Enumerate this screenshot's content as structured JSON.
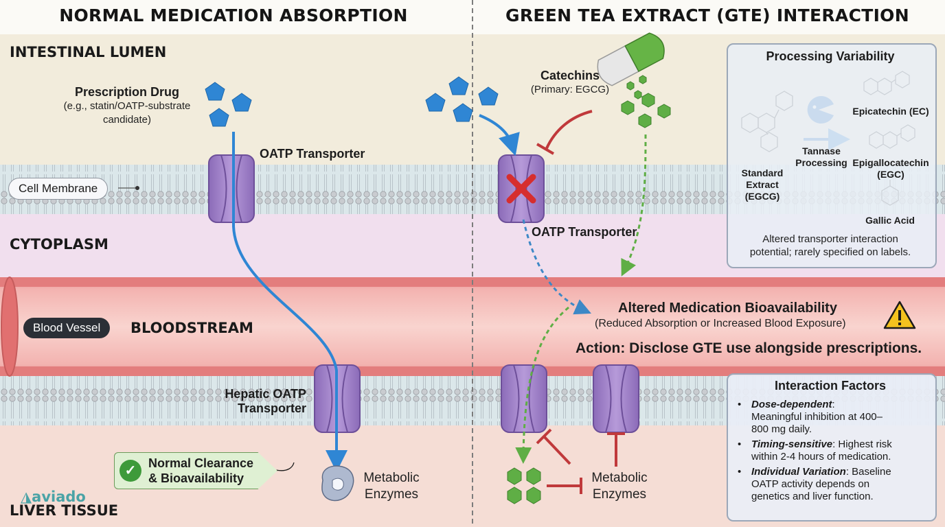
{
  "titles": {
    "left": "NORMAL MEDICATION ABSORPTION",
    "right": "GREEN TEA EXTRACT (GTE) INTERACTION"
  },
  "zones": {
    "lumen": "INTESTINAL LUMEN",
    "cytoplasm": "CYTOPLASM",
    "bloodstream": "BLOODSTREAM",
    "liver": "LIVER TISSUE"
  },
  "left": {
    "drug_title": "Prescription Drug",
    "drug_sub1": "(e.g., statin/OATP-substrate",
    "drug_sub2": "candidate)",
    "oatp": "OATP Transporter",
    "cell_membrane": "Cell Membrane",
    "blood_vessel": "Blood Vessel",
    "hepatic_oatp_1": "Hepatic OATP",
    "hepatic_oatp_2": "Transporter",
    "clearance_1": "Normal Clearance",
    "clearance_2": "& Bioavailability",
    "enzymes_1": "Metabolic",
    "enzymes_2": "Enzymes"
  },
  "right": {
    "catechins": "Catechins",
    "catechins_sub": "(Primary: EGCG)",
    "oatp": "OATP Transporter",
    "altered_title": "Altered Medication Bioavailability",
    "altered_sub": "(Reduced Absorption or Increased Blood Exposure)",
    "action": "Action: Disclose GTE use alongside prescriptions.",
    "enzymes_1": "Metabolic",
    "enzymes_2": "Enzymes"
  },
  "processing": {
    "title": "Processing Variability",
    "standard_1": "Standard",
    "standard_2": "Extract",
    "standard_3": "(EGCG)",
    "tannase_1": "Tannase",
    "tannase_2": "Processing",
    "ec": "Epicatechin (EC)",
    "egc_1": "Epigallocatechin",
    "egc_2": "(EGC)",
    "gallic": "Gallic Acid",
    "note_1": "Altered transporter interaction",
    "note_2": "potential; rarely specified on labels."
  },
  "factors": {
    "title": "Interaction Factors",
    "f1_head": "Dose-dependent",
    "f1_text_a": "Meaningful inhibition at 400–",
    "f1_text_b": "800 mg daily.",
    "f2_head": "Timing-sensitive",
    "f2_text_a": ": Highest risk",
    "f2_text_b": "within 2-4 hours of medication.",
    "f3_head": "Individual Variation",
    "f3_text_a": ": Baseline",
    "f3_text_b": "OATP activity depends on",
    "f3_text_c": "genetics and liver function."
  },
  "logo": "aviado",
  "colors": {
    "drug_blue": "#2f86d4",
    "catechin_green": "#5fae45",
    "transporter_purple": "#9b7cc6",
    "inhibit_red": "#c0393b",
    "blood_red": "#e58787"
  }
}
